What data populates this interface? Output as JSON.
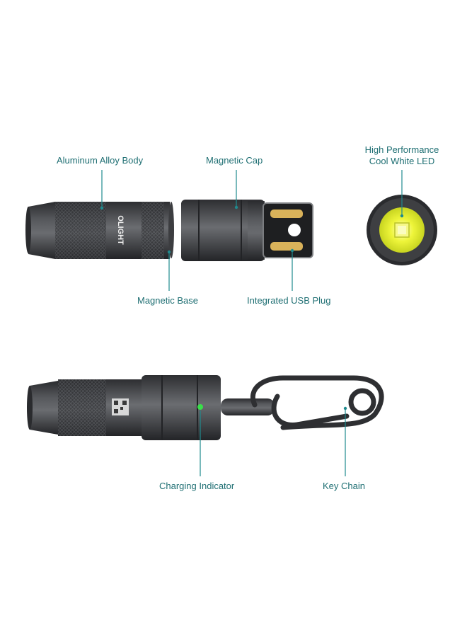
{
  "labels": {
    "aluminum_body": "Aluminum Alloy Body",
    "magnetic_cap": "Magnetic Cap",
    "led_line1": "High Performance",
    "led_line2": "Cool White LED",
    "magnetic_base": "Magnetic Base",
    "usb_plug": "Integrated USB Plug",
    "charging_indicator": "Charging Indicator",
    "key_chain": "Key Chain"
  },
  "brand": {
    "text": "OLIGHT"
  },
  "colors": {
    "label_text": "#1f6f73",
    "leader_line": "#1f8a8e",
    "body_dark": "#3a3b3e",
    "led_yellow": "#e8f23a",
    "indicator_green": "#3adf4a",
    "usb_contact": "#d9b25a"
  }
}
